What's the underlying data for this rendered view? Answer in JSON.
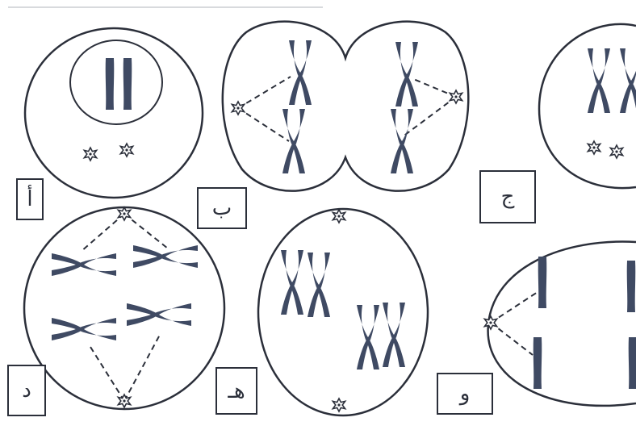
{
  "labels": {
    "a": "أ",
    "b": "ب",
    "c": "ج",
    "d": "د",
    "e": "هـ",
    "f": "و"
  },
  "colors": {
    "ink": "#2b2f3a",
    "chromosome": "#3f4a63"
  }
}
